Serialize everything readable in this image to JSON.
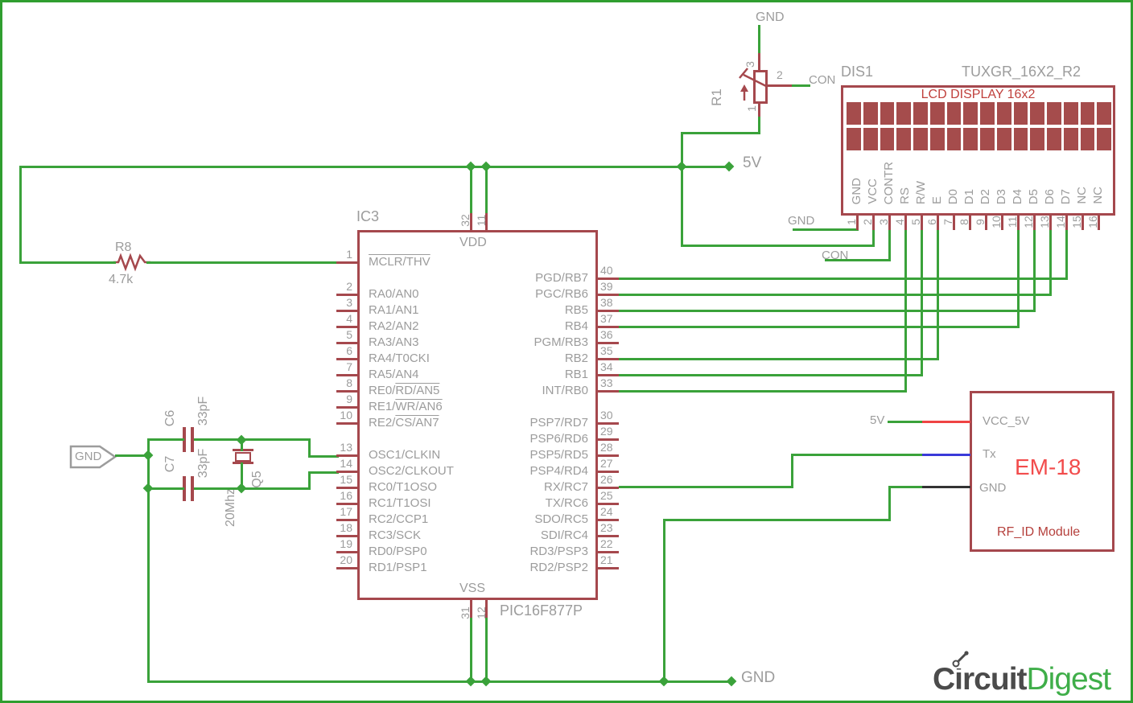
{
  "colors": {
    "wire_green": "#3aa23a",
    "part_red": "#a5484d",
    "cell_red": "#a54c4c",
    "text_gray": "#9c9c9c",
    "em_red_wire": "#ef4444",
    "em_blue_wire": "#3a3ad9",
    "em_black_wire": "#333333",
    "accent_red": "#f24c4c",
    "logo_gray": "#4b4b4b",
    "logo_green": "#3fae49",
    "frame_green": "#2f9e2f"
  },
  "nets": {
    "v5_top": "5V",
    "gnd_bottom": "GND",
    "gnd_r1": "GND",
    "con_r1": "CON",
    "gnd_lcd": "GND",
    "con_lcd": "CON",
    "v5_em": "5V"
  },
  "r1": {
    "ref": "R1",
    "pin1": "1",
    "pin2": "2",
    "pin3": "3"
  },
  "r8": {
    "ref": "R8",
    "value": "4.7k"
  },
  "c6": {
    "ref": "C6",
    "value": "33pF"
  },
  "c7": {
    "ref": "C7",
    "value": "33pF"
  },
  "q5": {
    "ref": "Q5",
    "value": "20Mhz"
  },
  "gnd_arrow": {
    "label": "GND"
  },
  "ic": {
    "ref": "IC3",
    "part": "PIC16F877P",
    "vdd": "VDD",
    "vss": "VSS",
    "top_pins": [
      "32",
      "11"
    ],
    "bottom_pins": [
      "31",
      "12"
    ],
    "left_pins": [
      {
        "n": "1",
        "parts": [
          {
            "t": "MCLR/THV",
            "o": true
          }
        ]
      },
      {
        "n": "2",
        "parts": [
          {
            "t": "RA0/AN0"
          }
        ]
      },
      {
        "n": "3",
        "parts": [
          {
            "t": "RA1/AN1"
          }
        ]
      },
      {
        "n": "4",
        "parts": [
          {
            "t": "RA2/AN2"
          }
        ]
      },
      {
        "n": "5",
        "parts": [
          {
            "t": "RA3/AN3"
          }
        ]
      },
      {
        "n": "6",
        "parts": [
          {
            "t": "RA4/T0CKI"
          }
        ]
      },
      {
        "n": "7",
        "parts": [
          {
            "t": "RA5/AN4"
          }
        ]
      },
      {
        "n": "8",
        "parts": [
          {
            "t": "RE0/"
          },
          {
            "t": "RD/AN5",
            "o": true
          }
        ]
      },
      {
        "n": "9",
        "parts": [
          {
            "t": "RE1/"
          },
          {
            "t": "WR/AN6",
            "o": true
          }
        ]
      },
      {
        "n": "10",
        "parts": [
          {
            "t": "RE2/"
          },
          {
            "t": "CS/AN7",
            "o": true
          }
        ]
      },
      {
        "n": "13",
        "parts": [
          {
            "t": "OSC1/CLKIN"
          }
        ]
      },
      {
        "n": "14",
        "parts": [
          {
            "t": "OSC2/CLKOUT"
          }
        ]
      },
      {
        "n": "15",
        "parts": [
          {
            "t": "RC0/T1OSO"
          }
        ]
      },
      {
        "n": "16",
        "parts": [
          {
            "t": "RC1/T1OSI"
          }
        ]
      },
      {
        "n": "17",
        "parts": [
          {
            "t": "RC2/CCP1"
          }
        ]
      },
      {
        "n": "18",
        "parts": [
          {
            "t": "RC3/SCK"
          }
        ]
      },
      {
        "n": "19",
        "parts": [
          {
            "t": "RD0/PSP0"
          }
        ]
      },
      {
        "n": "20",
        "parts": [
          {
            "t": "RD1/PSP1"
          }
        ]
      }
    ],
    "right_pins": [
      {
        "n": "40",
        "label": "PGD/RB7"
      },
      {
        "n": "39",
        "label": "PGC/RB6"
      },
      {
        "n": "38",
        "label": "RB5"
      },
      {
        "n": "37",
        "label": "RB4"
      },
      {
        "n": "36",
        "label": "PGM/RB3"
      },
      {
        "n": "35",
        "label": "RB2"
      },
      {
        "n": "34",
        "label": "RB1"
      },
      {
        "n": "33",
        "label": "INT/RB0"
      },
      {
        "n": "30",
        "label": "PSP7/RD7"
      },
      {
        "n": "29",
        "label": "PSP6/RD6"
      },
      {
        "n": "28",
        "label": "PSP5/RD5"
      },
      {
        "n": "27",
        "label": "PSP4/RD4"
      },
      {
        "n": "26",
        "label": "RX/RC7"
      },
      {
        "n": "25",
        "label": "TX/RC6"
      },
      {
        "n": "24",
        "label": "SDO/RC5"
      },
      {
        "n": "23",
        "label": "SDI/RC4"
      },
      {
        "n": "22",
        "label": "RD3/PSP3"
      },
      {
        "n": "21",
        "label": "RD2/PSP2"
      }
    ]
  },
  "lcd": {
    "ref": "DIS1",
    "part": "TUXGR_16X2_R2",
    "title": "LCD DISPLAY 16x2",
    "columns": 16,
    "rows": 2,
    "pins": [
      {
        "n": "1",
        "label": "GND"
      },
      {
        "n": "2",
        "label": "VCC"
      },
      {
        "n": "3",
        "label": "CONTR"
      },
      {
        "n": "4",
        "label": "RS"
      },
      {
        "n": "5",
        "label": "R/W"
      },
      {
        "n": "6",
        "label": "E"
      },
      {
        "n": "7",
        "label": "D0"
      },
      {
        "n": "8",
        "label": "D1"
      },
      {
        "n": "9",
        "label": "D2"
      },
      {
        "n": "10",
        "label": "D3"
      },
      {
        "n": "11",
        "label": "D4"
      },
      {
        "n": "12",
        "label": "D5"
      },
      {
        "n": "13",
        "label": "D6"
      },
      {
        "n": "14",
        "label": "D7"
      },
      {
        "n": "15",
        "label": "NC"
      },
      {
        "n": "16",
        "label": "NC"
      }
    ]
  },
  "em18": {
    "title": "EM-18",
    "subtitle": "RF_ID Module",
    "pin_vcc": "VCC_5V",
    "pin_tx": "Tx",
    "pin_gnd": "GND"
  },
  "logo": {
    "part1": "Circuit",
    "part2": "Digest"
  }
}
